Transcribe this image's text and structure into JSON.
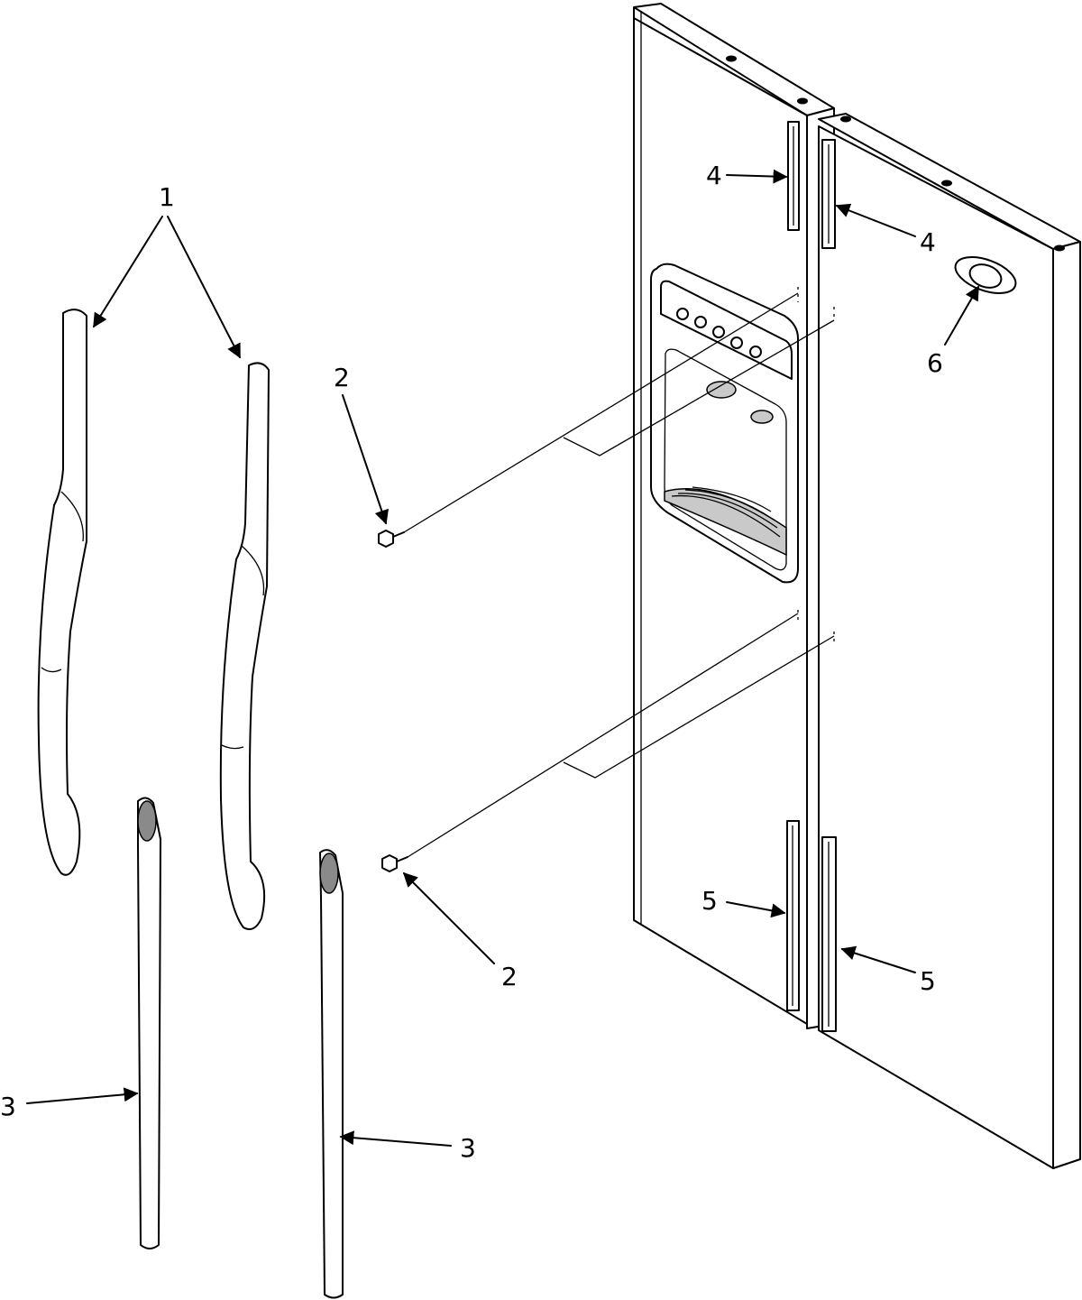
{
  "diagram": {
    "callouts": {
      "handle_door": "1",
      "screw_upper": "2",
      "screw_lower": "2",
      "trim_left": "3",
      "trim_right": "3",
      "clip_top_left": "4",
      "clip_top_right": "4",
      "clip_bottom_left": "5",
      "clip_bottom_right": "5",
      "badge": "6"
    }
  }
}
